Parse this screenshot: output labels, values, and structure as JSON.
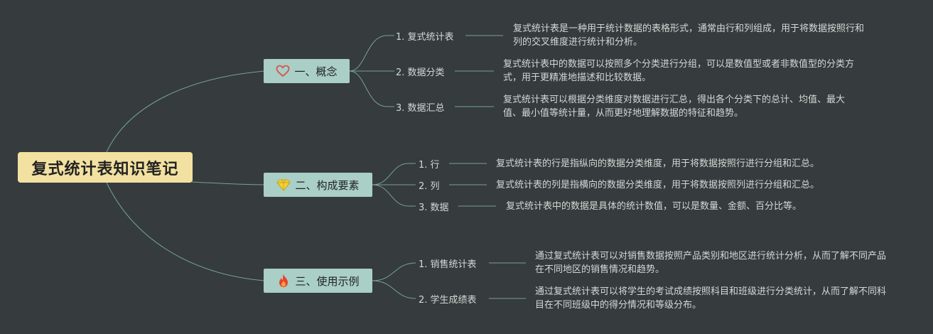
{
  "root": {
    "title": "复式统计表知识笔记"
  },
  "branches": [
    {
      "label": "一、概念",
      "icon": "heart-icon",
      "children": [
        {
          "label": "1. 复式统计表",
          "text": "复式统计表是一种用于统计数据的表格形式，通常由行和列组成，用于将数据按照行和列的交叉维度进行统计和分析。"
        },
        {
          "label": "2. 数据分类",
          "text": "复式统计表中的数据可以按照多个分类进行分组，可以是数值型或者非数值型的分类方式，用于更精准地描述和比较数据。"
        },
        {
          "label": "3. 数据汇总",
          "text": "复式统计表可以根据分类维度对数据进行汇总，得出各个分类下的总计、均值、最大值、最小值等统计量，从而更好地理解数据的特征和趋势。"
        }
      ]
    },
    {
      "label": "二、构成要素",
      "icon": "diamond-icon",
      "children": [
        {
          "label": "1. 行",
          "text": "复式统计表的行是指纵向的数据分类维度，用于将数据按照行进行分组和汇总。"
        },
        {
          "label": "2. 列",
          "text": "复式统计表的列是指横向的数据分类维度，用于将数据按照列进行分组和汇总。"
        },
        {
          "label": "3. 数据",
          "text": "复式统计表中的数据是具体的统计数值，可以是数量、金额、百分比等。"
        }
      ]
    },
    {
      "label": "三、使用示例",
      "icon": "fire-icon",
      "children": [
        {
          "label": "1. 销售统计表",
          "text": "通过复式统计表可以对销售数据按照产品类别和地区进行统计分析，从而了解不同产品在不同地区的销售情况和趋势。"
        },
        {
          "label": "2. 学生成绩表",
          "text": "通过复式统计表可以将学生的考试成绩按照科目和班级进行分类统计，从而了解不同科目在不同班级中的得分情况和等级分布。"
        }
      ]
    }
  ],
  "colors": {
    "background": "#363b3d",
    "root_fill": "#f2e1a0",
    "branch_fill": "#a9cfc6",
    "link": "#7fb5a5",
    "heart": "#d9534f",
    "diamond": "#f2d03b",
    "fire": "#e8432e"
  }
}
